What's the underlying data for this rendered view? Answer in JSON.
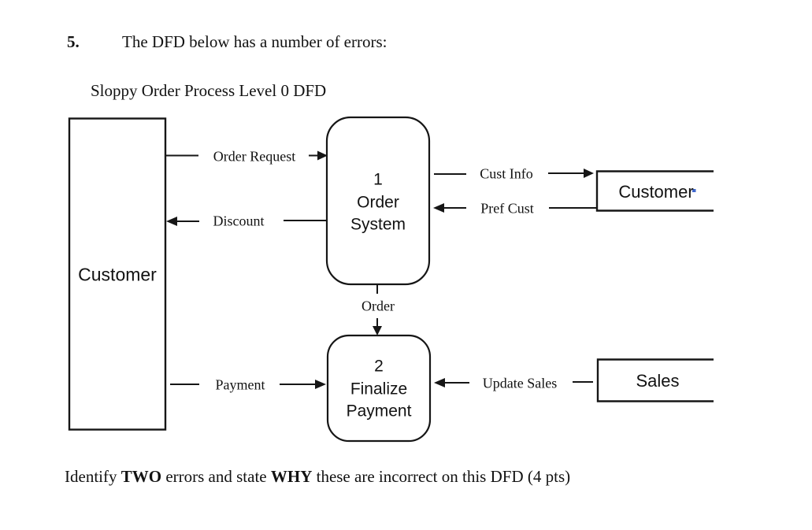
{
  "question": {
    "number": "5.",
    "text": "The DFD below has a number of errors:",
    "diagram_title": "Sloppy Order Process Level 0 DFD",
    "footer": {
      "part1": "Identify ",
      "bold1": "TWO",
      "part2": " errors and state ",
      "bold2": "WHY",
      "part3": " these are incorrect on this DFD (4 pts)"
    }
  },
  "diagram": {
    "external_entity": {
      "label": "Customer"
    },
    "process1": {
      "number": "1",
      "line1": "Order",
      "line2": "System"
    },
    "process2": {
      "number": "2",
      "line1": "Finalize",
      "line2": "Payment"
    },
    "store_customer": {
      "label": "Customer"
    },
    "store_sales": {
      "label": "Sales"
    },
    "flows": {
      "order_request": {
        "label": "Order Request",
        "from": "Customer entity",
        "to": "Process 1 Order System"
      },
      "discount": {
        "label": "Discount",
        "from": "Process 1 Order System",
        "to": "Customer entity"
      },
      "cust_info": {
        "label": "Cust Info",
        "from": "Process 1 Order System",
        "to": "Customer data store"
      },
      "pref_cust": {
        "label": "Pref Cust",
        "from": "Customer data store",
        "to": "Process 1 Order System"
      },
      "order": {
        "label": "Order",
        "from": "Process 1 Order System",
        "to": "Process 2 Finalize Payment"
      },
      "payment": {
        "label": "Payment",
        "from": "Customer entity",
        "to": "Process 2 Finalize Payment"
      },
      "update_sales": {
        "label": "Update Sales",
        "from": "Sales data store",
        "to": "Process 2 Finalize Payment"
      }
    }
  },
  "colors": {
    "ink": "#161616",
    "background": "#ffffff",
    "artifact_blue": "#4169cd"
  }
}
